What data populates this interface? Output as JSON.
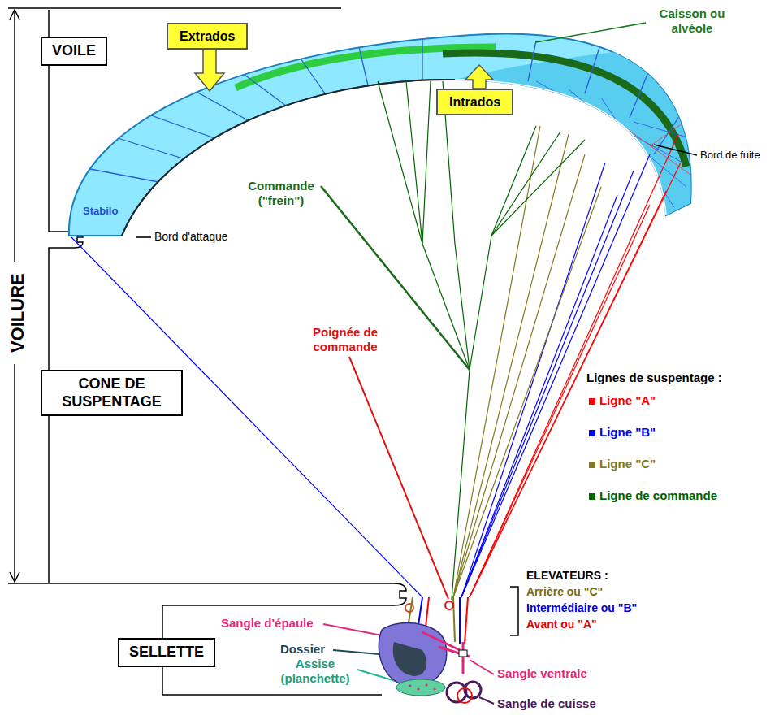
{
  "diagram": {
    "nodes": [
      {
        "text": [
          "VOILE"
        ]
      },
      {
        "text": [
          "Extrados"
        ]
      },
      {
        "text": [
          "Intrados"
        ]
      },
      {
        "text": [
          "CONE DE SUSPENTAGE"
        ]
      },
      {
        "text": [
          "SELLETTE"
        ]
      }
    ],
    "labels": [
      "VOILURE",
      "Caisson ou alvéole",
      "Stabilo",
      "Bord d'attaque",
      "Bord de fuite",
      "Commande (\"frein\")",
      "Poignée de commande",
      "Lignes de suspentage :",
      "ELEVATEURS :",
      "Arrière ou \"C\"",
      "Intermédiaire ou \"B\"",
      "Avant ou \"A\"",
      "Sangle d'épaule",
      "Dossier",
      "Assise (planchette)",
      "Sangle ventrale",
      "Sangle de cuisse"
    ],
    "legend": [
      {
        "text": "Ligne \"A\"",
        "color": "#ff0000"
      },
      {
        "text": "Ligne \"B\"",
        "color": "#0000ff"
      },
      {
        "text": "Ligne \"C\"",
        "color": "#807a20"
      },
      {
        "text": "Ligne de commande",
        "color": "#006400"
      }
    ]
  }
}
